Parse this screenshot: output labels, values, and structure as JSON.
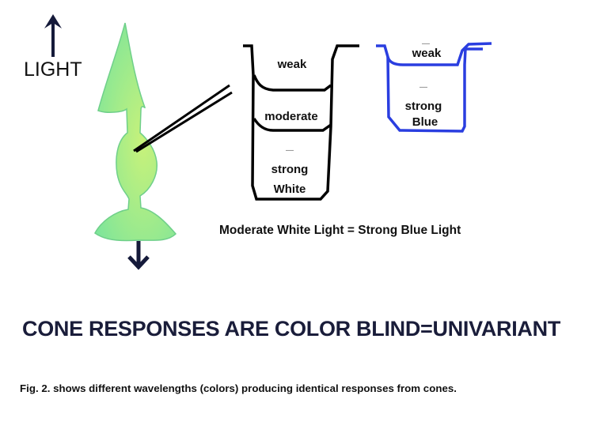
{
  "diagram": {
    "light_label": "LIGHT",
    "white_beaker": {
      "levels": [
        "weak",
        "moderate",
        "—",
        "strong",
        "White"
      ],
      "stroke_color": "#000000"
    },
    "blue_beaker": {
      "levels": [
        "—",
        "weak",
        "—",
        "strong",
        "Blue"
      ],
      "stroke_color": "#2a3ee0"
    },
    "cone_color": "#8ee89a",
    "equation": "Moderate White Light = Strong Blue Light",
    "title": "CONE RESPONSES ARE COLOR BLIND=UNIVARIANT",
    "caption": "Fig. 2. shows different wavelengths (colors) producing identical responses from cones."
  }
}
